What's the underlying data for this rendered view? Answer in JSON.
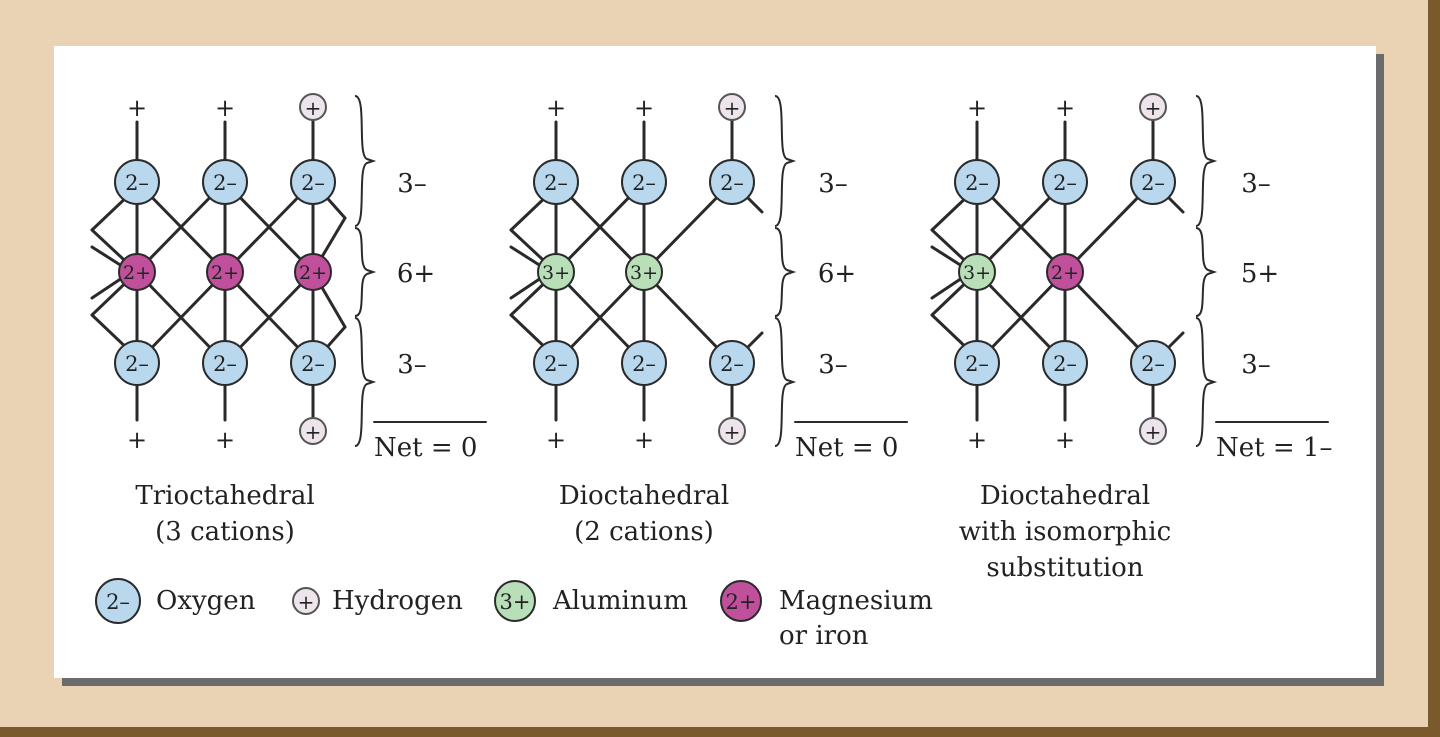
{
  "structures": [
    {
      "caption": [
        "Trioctahedral",
        "(3 cations)"
      ],
      "cation_count": 3,
      "cations": [
        "2+",
        "2+",
        "2+"
      ],
      "cation_kinds": [
        "magnesium",
        "magnesium",
        "magnesium"
      ],
      "charges": [
        "3–",
        "6+",
        "3–"
      ],
      "net": "Net = 0"
    },
    {
      "caption": [
        "Dioctahedral",
        "(2 cations)"
      ],
      "cation_count": 2,
      "cations": [
        "3+",
        "3+"
      ],
      "cation_kinds": [
        "aluminum",
        "aluminum"
      ],
      "charges": [
        "3–",
        "6+",
        "3–"
      ],
      "net": "Net = 0"
    },
    {
      "caption": [
        "Dioctahedral",
        "with isomorphic",
        "substitution"
      ],
      "cation_count": 2,
      "cations": [
        "3+",
        "2+"
      ],
      "cation_kinds": [
        "aluminum",
        "magnesium"
      ],
      "charges": [
        "3–",
        "5+",
        "3–"
      ],
      "net": "Net = 1–"
    }
  ],
  "atoms": {
    "oxygen_symbol": "2–",
    "proton_symbol": "+",
    "hydrogen_symbol": "+"
  },
  "legend": [
    {
      "kind": "oxygen",
      "symbol": "2–",
      "label": [
        "Oxygen"
      ]
    },
    {
      "kind": "hydrogen",
      "symbol": "+",
      "label": [
        "Hydrogen"
      ]
    },
    {
      "kind": "aluminum",
      "symbol": "3+",
      "label": [
        "Aluminum"
      ]
    },
    {
      "kind": "magnesium",
      "symbol": "2+",
      "label": [
        "Magnesium",
        "or iron"
      ]
    }
  ],
  "colors": {
    "oxygen_fill": "#b9d8ee",
    "aluminum_fill": "#b9dfb9",
    "magnesium_fill": "#c0509c",
    "hydrogen_fill": "#ede4ec",
    "line": "#2a2a2a",
    "frame_tan": "#e9d3b4",
    "frame_shadow": "#7a5a2c"
  }
}
